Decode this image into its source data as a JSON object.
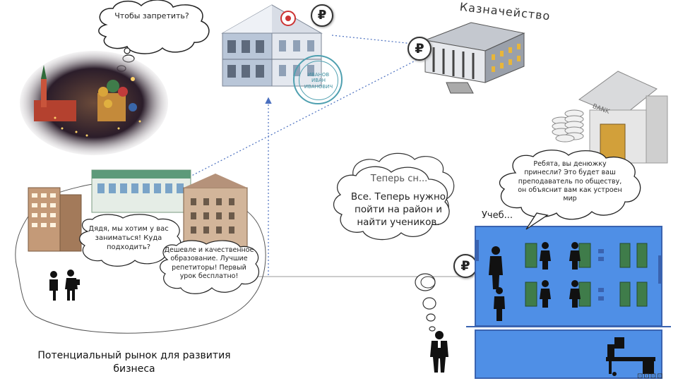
{
  "bubbles": {
    "forbid": "Чтобы запретить?",
    "parents": "Дядя, мы хотим у вас заниматься! Куда подходить?",
    "cheaper": "Дешевле и качественное образование. Лучшие репетиторы! Первый урок бесплатно!",
    "thought_back": "Теперь сн...",
    "thought_front": "Все. Теперь нужно пойти на район и найти учеников.",
    "kids": "Ребята, вы денюжку принесли? Это будет ваш преподаватель по обществу, он объяснит вам как устроен мир"
  },
  "labels": {
    "treasury": "Казначейство",
    "school": "Учеб...",
    "market": "Потенциальный рынок для развития бизнеса",
    "bank": "BANK",
    "stamp": "ИВАНОВ ИВАН ИВАНОВИЧ",
    "footer_icons": "⊡⊡⊡⊡"
  },
  "icons": {
    "ruble": "₽"
  },
  "colors": {
    "school_bg": "#4f8fe6",
    "school_border": "#3a63b0",
    "arrow": "#4a6fbf",
    "bubble_stroke": "#222222"
  }
}
